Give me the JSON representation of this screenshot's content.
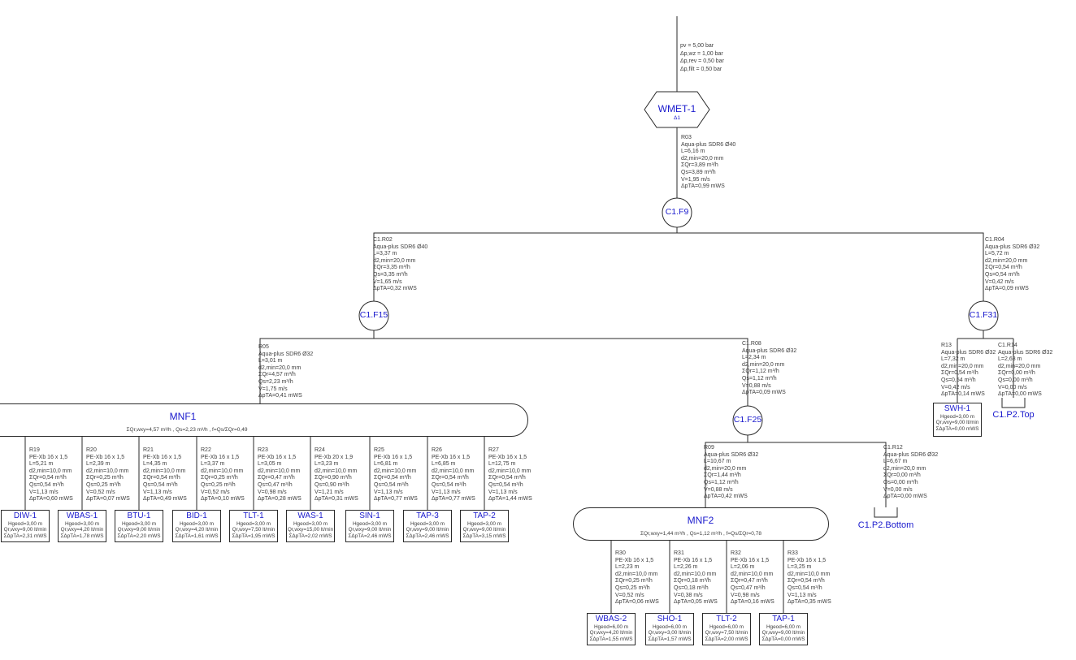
{
  "colors": {
    "node_blue": "#1a1acd",
    "pipe_text": "#3d3d3d",
    "line": "#2a2a2a",
    "background": "#ffffff"
  },
  "supply_note": [
    "pv = 5,00 bar",
    "Δp,wz = 1,00 bar",
    "Δp,rev = 0,50 bar",
    "Δp,filt = 0,50 bar"
  ],
  "meter": {
    "name": "WMET-1",
    "sub": "Δ1"
  },
  "junctions": {
    "f9": "C1.F9",
    "f15": "C1.F15",
    "f25": "C1.F25",
    "f31": "C1.F31"
  },
  "manifolds": {
    "mnf1": {
      "name": "MNF1",
      "summary": "ΣQr,wxy=4,57 m³/h , Qs=2,23 m³/h , f=Qs/ΣQr=0,49"
    },
    "mnf2": {
      "name": "MNF2",
      "summary": "ΣQr,wxy=1,44 m³/h , Qs=1,12 m³/h , f=Qs/ΣQr=0,78"
    }
  },
  "risers": {
    "p2_top": "C1.P2.Top",
    "p2_bottom": "C1.P2.Bottom"
  },
  "pipes": {
    "r03": [
      "R03",
      "Aqua-plus SDR6 Ø40",
      "L=6,16 m",
      "d2,min=20,0 mm",
      "ΣQr=3,89 m³/h",
      "Qs=3,89 m³/h",
      "V=1,95 m/s",
      "ΔpTA=0,99 mWS"
    ],
    "c1r02": [
      "C1.R02",
      "Aqua-plus SDR6 Ø40",
      "L=3,37 m",
      "d2,min=20,0 mm",
      "ΣQr=3,35 m³/h",
      "Qs=3,35 m³/h",
      "V=1,65 m/s",
      "ΔpTA=0,32 mWS"
    ],
    "c1r04": [
      "C1.R04",
      "Aqua-plus SDR6 Ø32",
      "L=5,72 m",
      "d2,min=20,0 mm",
      "ΣQr=0,54 m³/h",
      "Qs=0,54 m³/h",
      "V=0,42 m/s",
      "ΔpTA=0,09 mWS"
    ],
    "r05": [
      "R05",
      "Aqua-plus SDR6 Ø32",
      "L=3,01 m",
      "d2,min=20,0 mm",
      "ΣQr=4,57 m³/h",
      "Qs=2,23 m³/h",
      "V=1,75 m/s",
      "ΔpTA=0,41 mWS"
    ],
    "c1r08": [
      "C1.R08",
      "Aqua-plus SDR6 Ø32",
      "L=2,34 m",
      "d2,min=20,0 mm",
      "ΣQr=1,12 m³/h",
      "Qs=1,12 m³/h",
      "V=0,88 m/s",
      "ΔpTA=0,09 mWS"
    ],
    "r09": [
      "R09",
      "Aqua-plus SDR6 Ø32",
      "L=10,67 m",
      "d2,min=20,0 mm",
      "ΣQr=1,44 m³/h",
      "Qs=1,12 m³/h",
      "V=0,88 m/s",
      "ΔpTA=0,42 mWS"
    ],
    "c1r12": [
      "C1.R12",
      "Aqua-plus SDR6 Ø32",
      "L=6,67 m",
      "d2,min=20,0 mm",
      "ΣQr=0,00 m³/h",
      "Qs=0,00 m³/h",
      "V=0,00 m/s",
      "ΔpTA=0,00 mWS"
    ],
    "r13": [
      "R13",
      "Aqua-plus SDR6 Ø32",
      "L=7,32 m",
      "d2,min=20,0 mm",
      "ΣQr=0,54 m³/h",
      "Qs=0,54 m³/h",
      "V=0,42 m/s",
      "ΔpTA=0,14 mWS"
    ],
    "c1r14": [
      "C1.R14",
      "Aqua-plus SDR6 Ø32",
      "L=2,63 m",
      "d2,min=20,0 mm",
      "ΣQr=0,00 m³/h",
      "Qs=0,00 m³/h",
      "V=0,00 m/s",
      "ΔpTA=0,00 mWS"
    ],
    "r19": [
      "R19",
      "PE-Xb 16 x 1,5",
      "L=5,21 m",
      "d2,min=10,0 mm",
      "ΣQr=0,54 m³/h",
      "Qs=0,54 m³/h",
      "V=1,13 m/s",
      "ΔpTA=0,60 mWS"
    ],
    "r20": [
      "R20",
      "PE-Xb 16 x 1,5",
      "L=2,39 m",
      "d2,min=10,0 mm",
      "ΣQr=0,25 m³/h",
      "Qs=0,25 m³/h",
      "V=0,52 m/s",
      "ΔpTA=0,07 mWS"
    ],
    "r21": [
      "R21",
      "PE-Xb 16 x 1,5",
      "L=4,35 m",
      "d2,min=10,0 mm",
      "ΣQr=0,54 m³/h",
      "Qs=0,54 m³/h",
      "V=1,13 m/s",
      "ΔpTA=0,49 mWS"
    ],
    "r22": [
      "R22",
      "PE-Xb 16 x 1,5",
      "L=3,37 m",
      "d2,min=10,0 mm",
      "ΣQr=0,25 m³/h",
      "Qs=0,25 m³/h",
      "V=0,52 m/s",
      "ΔpTA=0,10 mWS"
    ],
    "r23": [
      "R23",
      "PE-Xb 16 x 1,5",
      "L=3,05 m",
      "d2,min=10,0 mm",
      "ΣQr=0,47 m³/h",
      "Qs=0,47 m³/h",
      "V=0,98 m/s",
      "ΔpTA=0,28 mWS"
    ],
    "r24": [
      "R24",
      "PE-Xb 20 x 1,9",
      "L=3,23 m",
      "d2,min=10,0 mm",
      "ΣQr=0,90 m³/h",
      "Qs=0,90 m³/h",
      "V=1,21 m/s",
      "ΔpTA=0,31 mWS"
    ],
    "r25": [
      "R25",
      "PE-Xb 16 x 1,5",
      "L=6,81 m",
      "d2,min=10,0 mm",
      "ΣQr=0,54 m³/h",
      "Qs=0,54 m³/h",
      "V=1,13 m/s",
      "ΔpTA=0,77 mWS"
    ],
    "r26": [
      "R26",
      "PE-Xb 16 x 1,5",
      "L=6,85 m",
      "d2,min=10,0 mm",
      "ΣQr=0,54 m³/h",
      "Qs=0,54 m³/h",
      "V=1,13 m/s",
      "ΔpTA=0,77 mWS"
    ],
    "r27": [
      "R27",
      "PE-Xb 16 x 1,5",
      "L=12,75 m",
      "d2,min=10,0 mm",
      "ΣQr=0,54 m³/h",
      "Qs=0,54 m³/h",
      "V=1,13 m/s",
      "ΔpTA=1,44 mWS"
    ],
    "r30": [
      "R30",
      "PE-Xb 16 x 1,5",
      "L=2,23 m",
      "d2,min=10,0 mm",
      "ΣQr=0,25 m³/h",
      "Qs=0,25 m³/h",
      "V=0,52 m/s",
      "ΔpTA=0,06 mWS"
    ],
    "r31": [
      "R31",
      "PE-Xb 16 x 1,5",
      "L=2,26 m",
      "d2,min=10,0 mm",
      "ΣQr=0,18 m³/h",
      "Qs=0,18 m³/h",
      "V=0,38 m/s",
      "ΔpTA=0,05 mWS"
    ],
    "r32": [
      "R32",
      "PE-Xb 16 x 1,5",
      "L=2,06 m",
      "d2,min=10,0 mm",
      "ΣQr=0,47 m³/h",
      "Qs=0,47 m³/h",
      "V=0,98 m/s",
      "ΔpTA=0,16 mWS"
    ],
    "r33": [
      "R33",
      "PE-Xb 16 x 1,5",
      "L=3,25 m",
      "d2,min=10,0 mm",
      "ΣQr=0,54 m³/h",
      "Qs=0,54 m³/h",
      "V=1,13 m/s",
      "ΔpTA=0,35 mWS"
    ]
  },
  "fixtures": [
    {
      "name": "DIW-1",
      "lines": [
        "Hgeod=3,00 m",
        "Qr,wxy=9,00 lt/min",
        "ΣΔpTA=2,31 mWS"
      ]
    },
    {
      "name": "WBAS-1",
      "lines": [
        "Hgeod=3,00 m",
        "Qr,wxy=4,20 lt/min",
        "ΣΔpTA=1,78 mWS"
      ]
    },
    {
      "name": "BTU-1",
      "lines": [
        "Hgeod=3,00 m",
        "Qr,wxy=9,00 lt/min",
        "ΣΔpTA=2,20 mWS"
      ]
    },
    {
      "name": "BID-1",
      "lines": [
        "Hgeod=3,00 m",
        "Qr,wxy=4,20 lt/min",
        "ΣΔpTA=1,61 mWS"
      ]
    },
    {
      "name": "TLT-1",
      "lines": [
        "Hgeod=3,00 m",
        "Qr,wxy=7,50 lt/min",
        "ΣΔpTA=1,95 mWS"
      ]
    },
    {
      "name": "WAS-1",
      "lines": [
        "Hgeod=3,00 m",
        "Qr,wxy=15,00 lt/min",
        "ΣΔpTA=2,02 mWS"
      ]
    },
    {
      "name": "SIN-1",
      "lines": [
        "Hgeod=3,00 m",
        "Qr,wxy=9,00 lt/min",
        "ΣΔpTA=2,46 mWS"
      ]
    },
    {
      "name": "TAP-3",
      "lines": [
        "Hgeod=3,00 m",
        "Qr,wxy=9,00 lt/min",
        "ΣΔpTA=2,46 mWS"
      ]
    },
    {
      "name": "TAP-2",
      "lines": [
        "Hgeod=3,00 m",
        "Qr,wxy=9,00 lt/min",
        "ΣΔpTA=3,15 mWS"
      ]
    },
    {
      "name": "SWH-1",
      "lines": [
        "Hgeod=3,00 m",
        "Qr,wxy=9,00 lt/min",
        "ΣΔpTA=0,00 mWS"
      ]
    },
    {
      "name": "WBAS-2",
      "lines": [
        "Hgeod=6,00 m",
        "Qr,wxy=4,20 lt/min",
        "ΣΔpTA=1,55 mWS"
      ]
    },
    {
      "name": "SHO-1",
      "lines": [
        "Hgeod=6,00 m",
        "Qr,wxy=3,00 lt/min",
        "ΣΔpTA=1,57 mWS"
      ]
    },
    {
      "name": "TLT-2",
      "lines": [
        "Hgeod=6,00 m",
        "Qr,wxy=7,50 lt/min",
        "ΣΔpTA=2,00 mWS"
      ]
    },
    {
      "name": "TAP-1",
      "lines": [
        "Hgeod=6,00 m",
        "Qr,wxy=9,00 lt/min",
        "ΣΔpTA=0,00 mWS"
      ]
    }
  ]
}
